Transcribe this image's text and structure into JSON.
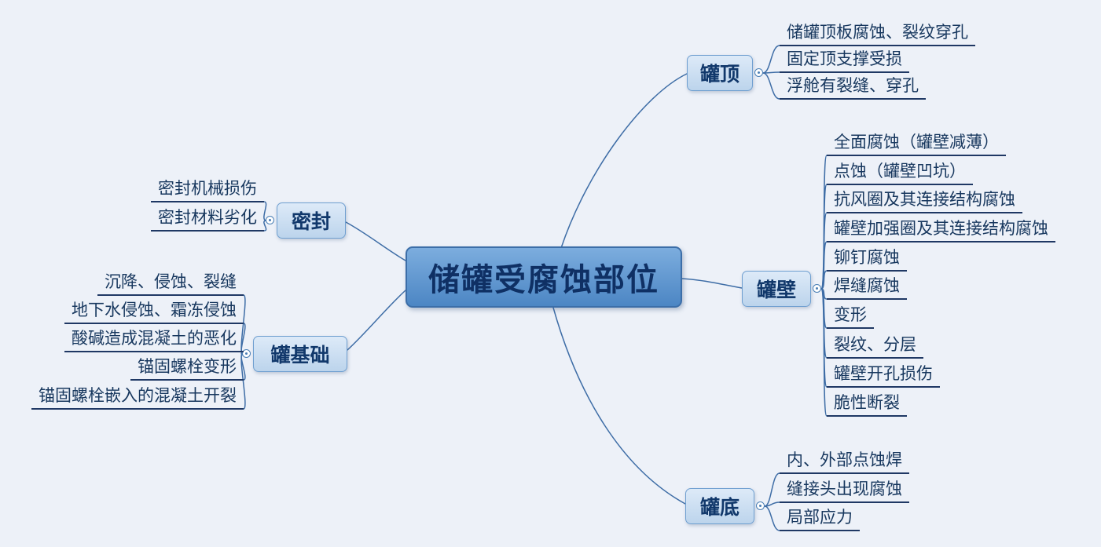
{
  "root": {
    "label": "储罐受腐蚀部位"
  },
  "branches": [
    {
      "label": "罐顶",
      "leaves": [
        "储罐顶板腐蚀、裂纹穿孔",
        "固定顶支撑受损",
        "浮舱有裂缝、穿孔"
      ]
    },
    {
      "label": "罐壁",
      "leaves": [
        "全面腐蚀（罐壁减薄）",
        "点蚀（罐壁凹坑）",
        "抗风圈及其连接结构腐蚀",
        "罐壁加强圈及其连接结构腐蚀",
        "铆钉腐蚀",
        "焊缝腐蚀",
        "变形",
        "裂纹、分层",
        "罐壁开孔损伤",
        "脆性断裂"
      ]
    },
    {
      "label": "罐底",
      "leaves": [
        "内、外部点蚀焊",
        "缝接头出现腐蚀",
        "局部应力"
      ]
    },
    {
      "label": "密封",
      "leaves": [
        "密封机械损伤",
        "密封材料劣化"
      ]
    },
    {
      "label": "罐基础",
      "leaves": [
        "沉降、侵蚀、裂缝",
        "地下水侵蚀、霜冻侵蚀",
        "酸碱造成混凝土的恶化",
        "锚固螺栓变形",
        "锚固螺栓嵌入的混凝土开裂"
      ]
    }
  ],
  "colors": {
    "background": "#edf1f8",
    "connector_line": "#3e6da6",
    "leaf_underline": "#1f3864",
    "central_fill": "#5b94cf",
    "branch_fill": "#cadef2",
    "text": "#17375e"
  },
  "icons": {
    "toggle": "collapse-toggle-circle"
  }
}
